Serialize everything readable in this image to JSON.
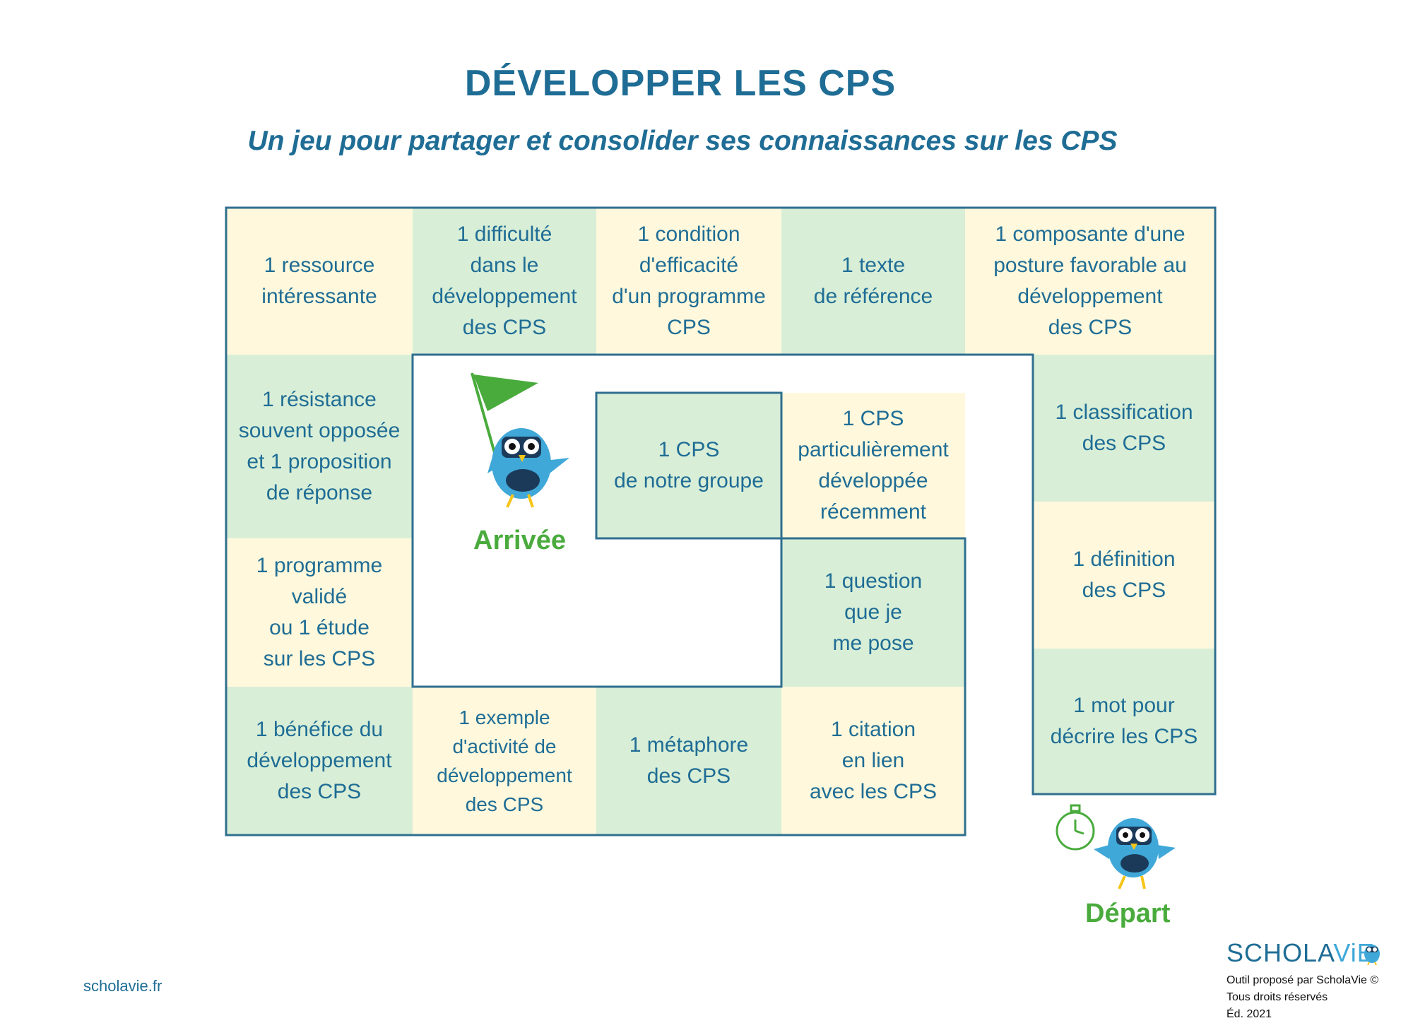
{
  "header": {
    "title": "DÉVELOPPER LES CPS",
    "subtitle": "Un jeu pour partager et consolider ses connaissances sur les CPS"
  },
  "board": {
    "cells": [
      "1 ressource\nintéressante",
      "1 difficulté\ndans le\ndéveloppement\ndes CPS",
      "1 condition\nd'efficacité\nd'un programme\nCPS",
      "1 texte\nde référence",
      "1 composante d'une\nposture favorable au\ndéveloppement\ndes CPS",
      "1 résistance\nsouvent opposée\net 1 proposition\nde réponse",
      "1 classification\ndes CPS",
      "1 programme\nvalidé\nou 1 étude\nsur les CPS",
      "1 définition\ndes CPS",
      "1 bénéfice du\ndéveloppement\ndes CPS",
      "1 exemple\nd'activité de\ndéveloppement\ndes CPS",
      "1 métaphore\ndes CPS",
      "1 citation\nen lien\navec les CPS",
      "1 mot pour\ndécrire les CPS",
      "1 CPS\nde notre groupe",
      "1 CPS\nparticulièrement\ndéveloppée\nrécemment",
      "1 question\nque je\nme pose"
    ],
    "arrival_label": "Arrivée",
    "departure_label": "Départ"
  },
  "colors": {
    "yellow_cell": "#fff8dc",
    "green_cell": "#d8eed7",
    "text": "#1f6d95",
    "accent_green": "#4aab3d",
    "owl_blue": "#3fa8d8"
  },
  "icons": [
    "owl-icon",
    "flag-icon",
    "stopwatch-icon"
  ],
  "footer": {
    "site": "scholavie.fr",
    "brand_main": "SCHOLA",
    "brand_accent": "ViE",
    "credit": "Outil proposé par ScholaVie ©\nTous droits réservés\nÉd. 2021"
  }
}
